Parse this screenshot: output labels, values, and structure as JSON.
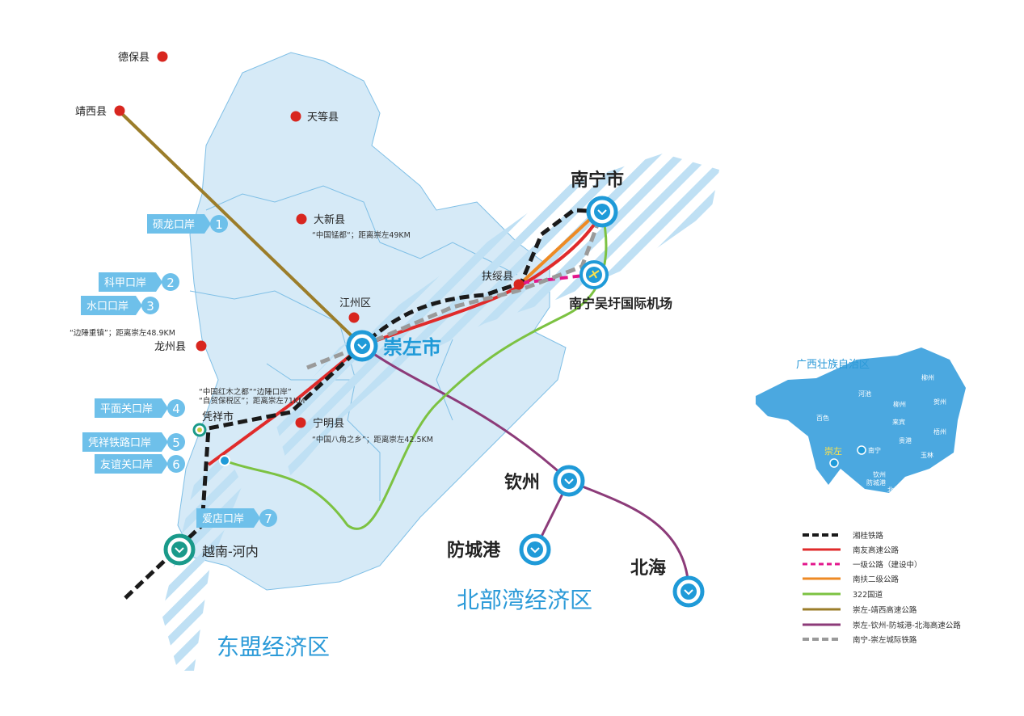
{
  "cities": {
    "nanning": "南宁市",
    "chongzuo": "崇左市",
    "qinzhou": "钦州",
    "fangchenggang": "防城港",
    "beihai": "北海",
    "vietnam_hanoi": "越南-河内",
    "pingxiang": "凭祥市",
    "airport": "南宁吴圩国际机场"
  },
  "counties": {
    "debao": "德保县",
    "jingxi": "靖西县",
    "tiandeng": "天等县",
    "daxin": "大新县",
    "fusui": "扶绥县",
    "jiangzhou": "江州区",
    "longzhou": "龙州县",
    "ningming": "宁明县"
  },
  "notes": {
    "daxin": "“中国锰都“；距离崇左49KM",
    "longzhou": "“边陲重镇”；距离崇左48.9KM",
    "pingxiang_line1": "“中国红木之都”“边陲口岸”",
    "pingxiang_line2": "“自贸保税区”；距离崇左71KM",
    "ningming": "“中国八角之乡”；距离崇左42.5KM"
  },
  "ports": [
    {
      "label": "硕龙口岸",
      "num": "1"
    },
    {
      "label": "科甲口岸",
      "num": "2"
    },
    {
      "label": "水口口岸",
      "num": "3"
    },
    {
      "label": "平面关口岸",
      "num": "4"
    },
    {
      "label": "凭祥铁路口岸",
      "num": "5"
    },
    {
      "label": "友谊关口岸",
      "num": "6"
    },
    {
      "label": "爱店口岸",
      "num": "7"
    }
  ],
  "zones": {
    "beibu_gulf": "北部湾经济区",
    "asean": "东盟经济区"
  },
  "inset": {
    "title": "广西壮族自治区",
    "cities": [
      "柳州",
      "河池",
      "贺州",
      "柳州",
      "百色",
      "来宾",
      "梧州",
      "贵港",
      "玉林",
      "钦州",
      "防城港",
      "北海"
    ],
    "chongzuo": "崇左",
    "nanning": "南宁"
  },
  "legend": [
    {
      "label": "湘桂铁路",
      "color": "#1a1a1a",
      "style": "dash-rail"
    },
    {
      "label": "南友高速公路",
      "color": "#e02b2b",
      "style": "solid"
    },
    {
      "label": "一级公路（建设中）",
      "color": "#e3178c",
      "style": "dashed"
    },
    {
      "label": "南扶二级公路",
      "color": "#ee8a24",
      "style": "solid"
    },
    {
      "label": "322国道",
      "color": "#7cc242",
      "style": "solid"
    },
    {
      "label": "崇左-靖西高速公路",
      "color": "#9b7d2a",
      "style": "solid"
    },
    {
      "label": "崇左-钦州-防城港-北海高速公路",
      "color": "#8c3b79",
      "style": "solid"
    },
    {
      "label": "南宁-崇左城际铁路",
      "color": "#9a9a9a",
      "style": "dash-rail"
    }
  ],
  "colors": {
    "region_fill": "#d6eaf7",
    "region_border": "#7fbfe6",
    "hub_blue": "#1f9ad8",
    "port_blue": "#6ec0ea",
    "dot_red": "#d8261f"
  }
}
